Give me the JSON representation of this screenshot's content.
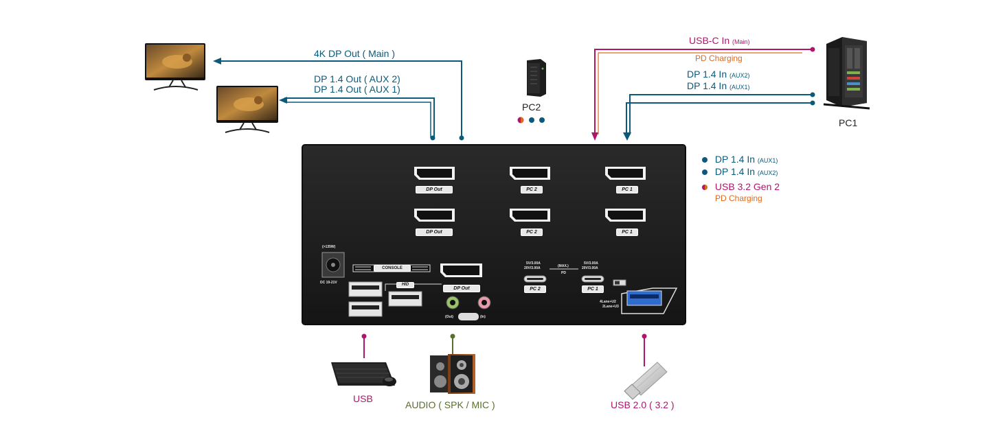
{
  "labels": {
    "dp_main": "4K DP Out ( Main )",
    "dp_aux2": "DP 1.4 Out ( AUX 2)",
    "dp_aux1": "DP 1.4 Out ( AUX 1)",
    "pc2": "PC2",
    "pc1": "PC1",
    "usbc_in": "USB-C In",
    "usbc_in_sub": "(Main)",
    "pd_charging": "PD Charging",
    "dp_in_aux2": "DP 1.4 In",
    "dp_in_aux2_sub": "(AUX2)",
    "dp_in_aux1": "DP 1.4 In",
    "dp_in_aux1_sub": "(AUX1)",
    "usb": "USB",
    "audio": "AUDIO ( SPK / MIC )",
    "usb20": "USB 2.0 ( 3.2 )"
  },
  "legend": [
    {
      "text": "DP 1.4 In",
      "sub": "(AUX1)",
      "color": "#0b5a7a"
    },
    {
      "text": "DP 1.4 In",
      "sub": "(AUX2)",
      "color": "#0b5a7a"
    },
    {
      "text": "USB 3.2 Gen 2",
      "sub": "",
      "color": "#b0156c"
    },
    {
      "text": "PD Charging",
      "sub": "",
      "color": "#e06a1b"
    }
  ],
  "panel": {
    "dp_out": "DP Out",
    "pc2": "PC 2",
    "pc1": "PC 1",
    "console": "CONSOLE",
    "hid": "HID",
    "power_rating": "(>135W)",
    "dc_rating": "DC 19-21V",
    "usbc_spec_1": "5V/3.00A",
    "usbc_spec_2": "20V/3.00A",
    "max_pd_1": "(MAX.)",
    "max_pd_2": "PD",
    "audio_out": "(Out)",
    "audio_in": "(In)",
    "lane_1": "4Lane+U2",
    "lane_2": "2Lane+U3"
  },
  "colors": {
    "teal": "#0b5a7a",
    "magenta": "#b0156c",
    "orange": "#e06a1b",
    "olive": "#5a6e2c",
    "panel": "#1c1c1c"
  }
}
